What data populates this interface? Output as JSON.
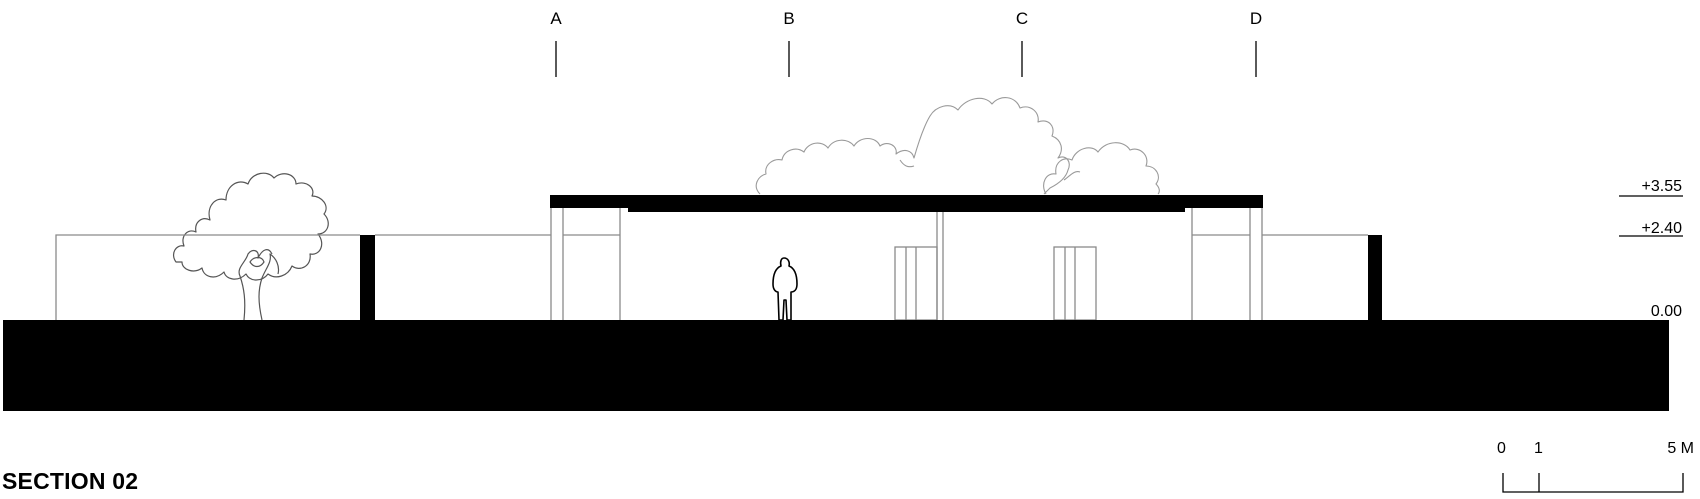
{
  "title": "SECTION 02",
  "grid_axes": [
    "A",
    "B",
    "C",
    "D"
  ],
  "levels": [
    "+3.55",
    "+2.40",
    "0.00"
  ],
  "scale_bar": {
    "labels": [
      "0",
      "1",
      "5 M"
    ]
  },
  "colors": {
    "ink": "#000000",
    "light_line": "#8a8a8a",
    "vegetation": "#9a9a9a",
    "paper": "#ffffff"
  }
}
